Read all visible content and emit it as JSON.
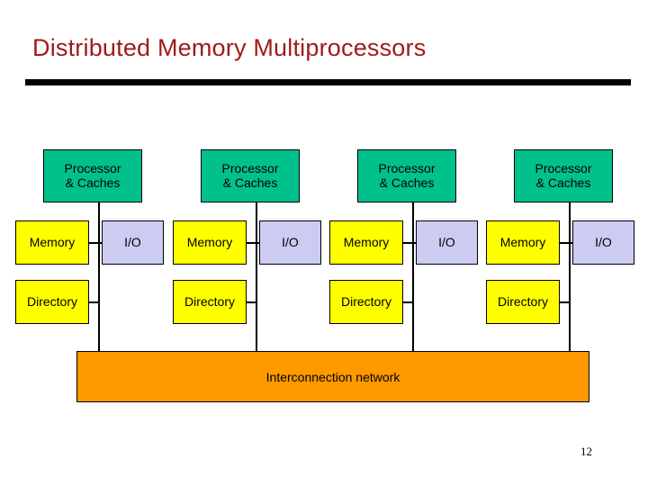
{
  "slide": {
    "title": "Distributed Memory Multiprocessors",
    "page_number": "12",
    "title_color": "#9e1a1a",
    "rule_color": "#000000"
  },
  "colors": {
    "processor_box": "#00c08c",
    "memory_box": "#ffff00",
    "directory_box": "#ffff00",
    "io_box": "#ccccf2",
    "network_bar": "#ff9900",
    "line": "#000000"
  },
  "diagram": {
    "type": "block-diagram",
    "network": {
      "label": "Interconnection network"
    },
    "nodes": [
      {
        "processor": {
          "line1": "Processor",
          "line2": "& Caches"
        },
        "memory": {
          "label": "Memory"
        },
        "io": {
          "label": "I/O"
        },
        "directory": {
          "label": "Directory"
        }
      },
      {
        "processor": {
          "line1": "Processor",
          "line2": "& Caches"
        },
        "memory": {
          "label": "Memory"
        },
        "io": {
          "label": "I/O"
        },
        "directory": {
          "label": "Directory"
        }
      },
      {
        "processor": {
          "line1": "Processor",
          "line2": "& Caches"
        },
        "memory": {
          "label": "Memory"
        },
        "io": {
          "label": "I/O"
        },
        "directory": {
          "label": "Directory"
        }
      },
      {
        "processor": {
          "line1": "Processor",
          "line2": "& Caches"
        },
        "memory": {
          "label": "Memory"
        },
        "io": {
          "label": "I/O"
        },
        "directory": {
          "label": "Directory"
        }
      }
    ]
  }
}
